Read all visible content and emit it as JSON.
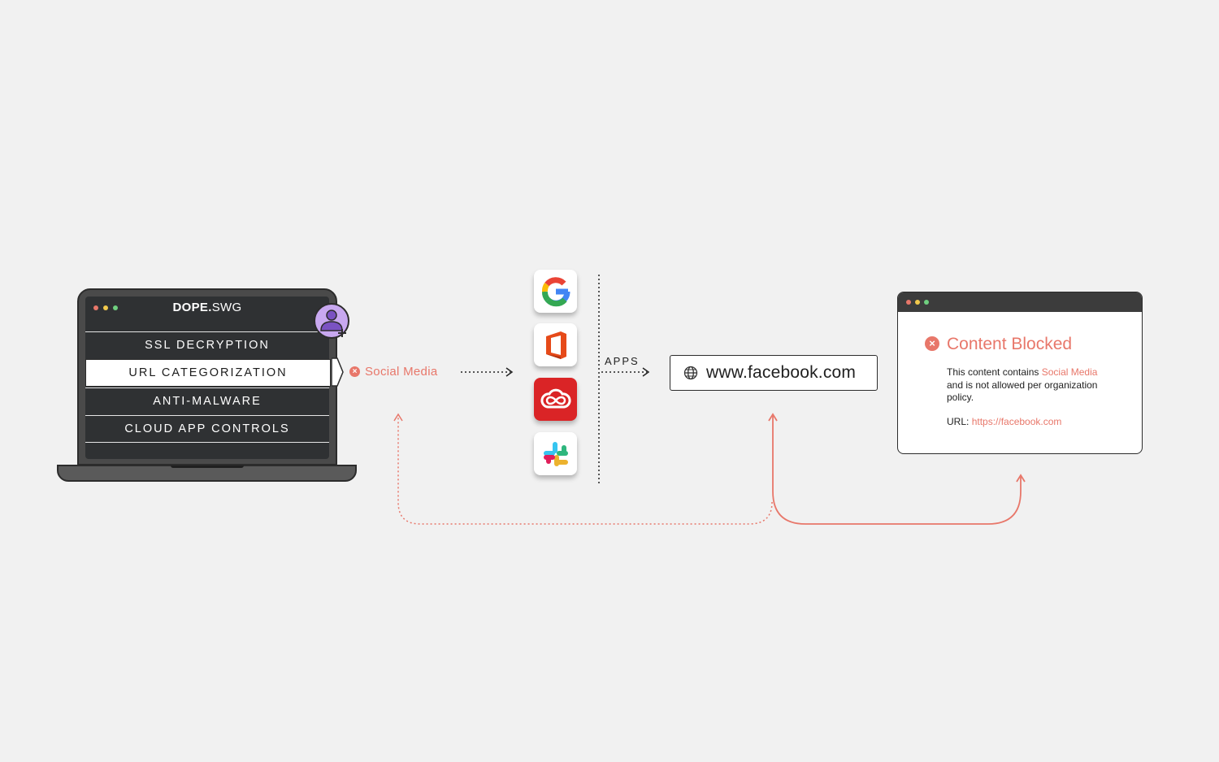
{
  "laptop": {
    "brand_bold": "DOPE.",
    "brand_light": "SWG",
    "menu": [
      {
        "label": "SSL DECRYPTION"
      },
      {
        "label": "URL CATEGORIZATION"
      },
      {
        "label": "ANTI-MALWARE"
      },
      {
        "label": "CLOUD APP CONTROLS"
      }
    ],
    "active_index": 1
  },
  "tag": {
    "label": "Social Media"
  },
  "apps": {
    "label": "APPS",
    "icons": [
      "google-icon",
      "office-icon",
      "creative-cloud-icon",
      "slack-icon"
    ]
  },
  "urlbox": {
    "url": "www.facebook.com",
    "icon": "globe-icon"
  },
  "blocked": {
    "title": "Content Blocked",
    "msg_before": "This content contains ",
    "msg_highlight": "Social Media",
    "msg_after": " and is not allowed per organization policy.",
    "url_label": "URL: ",
    "url_value": "https://facebook.com"
  },
  "colors": {
    "accent": "#e8776a",
    "dark": "#2c2c2c",
    "avatar": "#c8a8f0",
    "background": "#f1f1f1"
  }
}
